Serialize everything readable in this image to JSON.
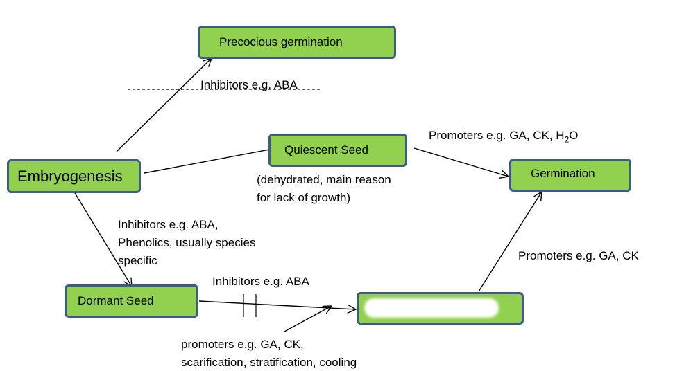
{
  "nodes": {
    "precocious": "Precocious germination",
    "embryogenesis": "Embryogenesis",
    "quiescent": "Quiescent Seed",
    "germination": "Germination",
    "dormant": "Dormant Seed",
    "hidden": ""
  },
  "labels": {
    "inhibitors_aba_top": "Inhibitors e.g. ABA",
    "promoters_h2o_prefix": "Promoters  e.g. GA, CK, H",
    "promoters_h2o_sub": "2",
    "promoters_h2o_suffix": "O",
    "dehydrated_line1": "(dehydrated, main reason",
    "dehydrated_line2": "for lack of growth)",
    "inhibitors_phenolics_line1": "Inhibitors e.g. ABA,",
    "inhibitors_phenolics_line2": "Phenolics, usually species",
    "inhibitors_phenolics_line3": "specific",
    "promoters_ga_ck": "Promoters  e.g. GA, CK",
    "inhibitors_aba_mid": "Inhibitors  e.g. ABA",
    "promoters_bottom_line1": "promoters e.g. GA, CK,",
    "promoters_bottom_line2": "scarification, stratification, cooling"
  }
}
